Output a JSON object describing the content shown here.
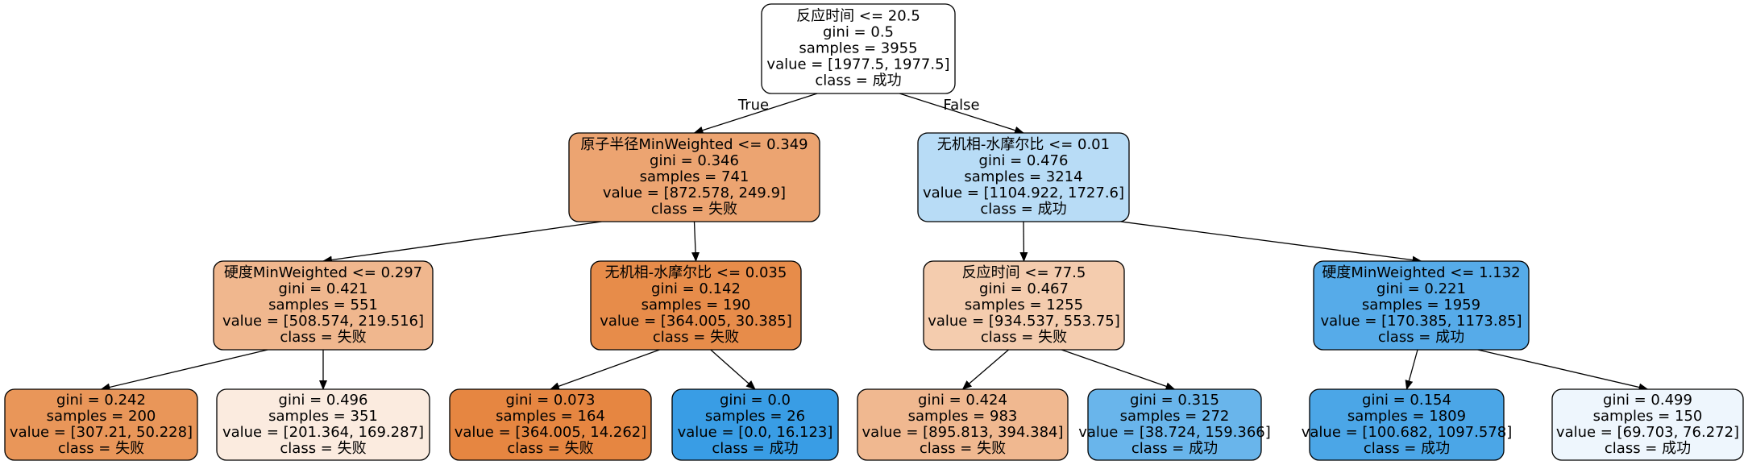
{
  "edge_labels": {
    "left": "True",
    "right": "False"
  },
  "nodes": [
    {
      "id": "n0",
      "lines": [
        "反应时间 <= 20.5",
        "gini = 0.5",
        "samples = 3955",
        "value = [1977.5, 1977.5]",
        "class = 成功"
      ],
      "fill": "#ffffff"
    },
    {
      "id": "n1",
      "lines": [
        "原子半径MinWeighted <= 0.349",
        "gini = 0.346",
        "samples = 741",
        "value = [872.578, 249.9]",
        "class = 失败"
      ],
      "fill": "#eca471"
    },
    {
      "id": "n2",
      "lines": [
        "无机相-水摩尔比 <= 0.01",
        "gini = 0.476",
        "samples = 3214",
        "value = [1104.922, 1727.6]",
        "class = 成功"
      ],
      "fill": "#b8dcf6"
    },
    {
      "id": "n3",
      "lines": [
        "硬度MinWeighted <= 0.297",
        "gini = 0.421",
        "samples = 551",
        "value = [508.574, 219.516]",
        "class = 失败"
      ],
      "fill": "#f0b78e"
    },
    {
      "id": "n4",
      "lines": [
        "无机相-水摩尔比 <= 0.035",
        "gini = 0.142",
        "samples = 190",
        "value = [364.005, 30.385]",
        "class = 失败"
      ],
      "fill": "#e78c4a"
    },
    {
      "id": "n5",
      "lines": [
        "反应时间 <= 77.5",
        "gini = 0.467",
        "samples = 1255",
        "value = [934.537, 553.75]",
        "class = 失败"
      ],
      "fill": "#f4ccae"
    },
    {
      "id": "n6",
      "lines": [
        "硬度MinWeighted <= 1.132",
        "gini = 0.221",
        "samples = 1959",
        "value = [170.385, 1173.85]",
        "class = 成功"
      ],
      "fill": "#56abe9"
    },
    {
      "id": "n7",
      "lines": [
        "gini = 0.242",
        "samples = 200",
        "value = [307.21, 50.228]",
        "class = 失败"
      ],
      "fill": "#e99659"
    },
    {
      "id": "n8",
      "lines": [
        "gini = 0.496",
        "samples = 351",
        "value = [201.364, 169.287]",
        "class = 失败"
      ],
      "fill": "#fbebdf"
    },
    {
      "id": "n9",
      "lines": [
        "gini = 0.073",
        "samples = 164",
        "value = [364.005, 14.262]",
        "class = 失败"
      ],
      "fill": "#e68641"
    },
    {
      "id": "n10",
      "lines": [
        "gini = 0.0",
        "samples = 26",
        "value = [0.0, 16.123]",
        "class = 成功"
      ],
      "fill": "#399de5"
    },
    {
      "id": "n11",
      "lines": [
        "gini = 0.424",
        "samples = 983",
        "value = [895.813, 394.384]",
        "class = 失败"
      ],
      "fill": "#f0b890"
    },
    {
      "id": "n12",
      "lines": [
        "gini = 0.315",
        "samples = 272",
        "value = [38.724, 159.366]",
        "class = 成功"
      ],
      "fill": "#69b5eb"
    },
    {
      "id": "n13",
      "lines": [
        "gini = 0.154",
        "samples = 1809",
        "value = [100.682, 1097.578]",
        "class = 成功"
      ],
      "fill": "#4ba6e7"
    },
    {
      "id": "n14",
      "lines": [
        "gini = 0.499",
        "samples = 150",
        "value = [69.703, 76.272]",
        "class = 成功"
      ],
      "fill": "#eef6fd"
    }
  ],
  "edges": [
    {
      "from": "n0",
      "to": "n1",
      "label": "left"
    },
    {
      "from": "n0",
      "to": "n2",
      "label": "right"
    },
    {
      "from": "n1",
      "to": "n3"
    },
    {
      "from": "n1",
      "to": "n4"
    },
    {
      "from": "n2",
      "to": "n5"
    },
    {
      "from": "n2",
      "to": "n6"
    },
    {
      "from": "n3",
      "to": "n7"
    },
    {
      "from": "n3",
      "to": "n8"
    },
    {
      "from": "n4",
      "to": "n9"
    },
    {
      "from": "n4",
      "to": "n10"
    },
    {
      "from": "n5",
      "to": "n11"
    },
    {
      "from": "n5",
      "to": "n12"
    },
    {
      "from": "n6",
      "to": "n13"
    },
    {
      "from": "n6",
      "to": "n14"
    }
  ]
}
